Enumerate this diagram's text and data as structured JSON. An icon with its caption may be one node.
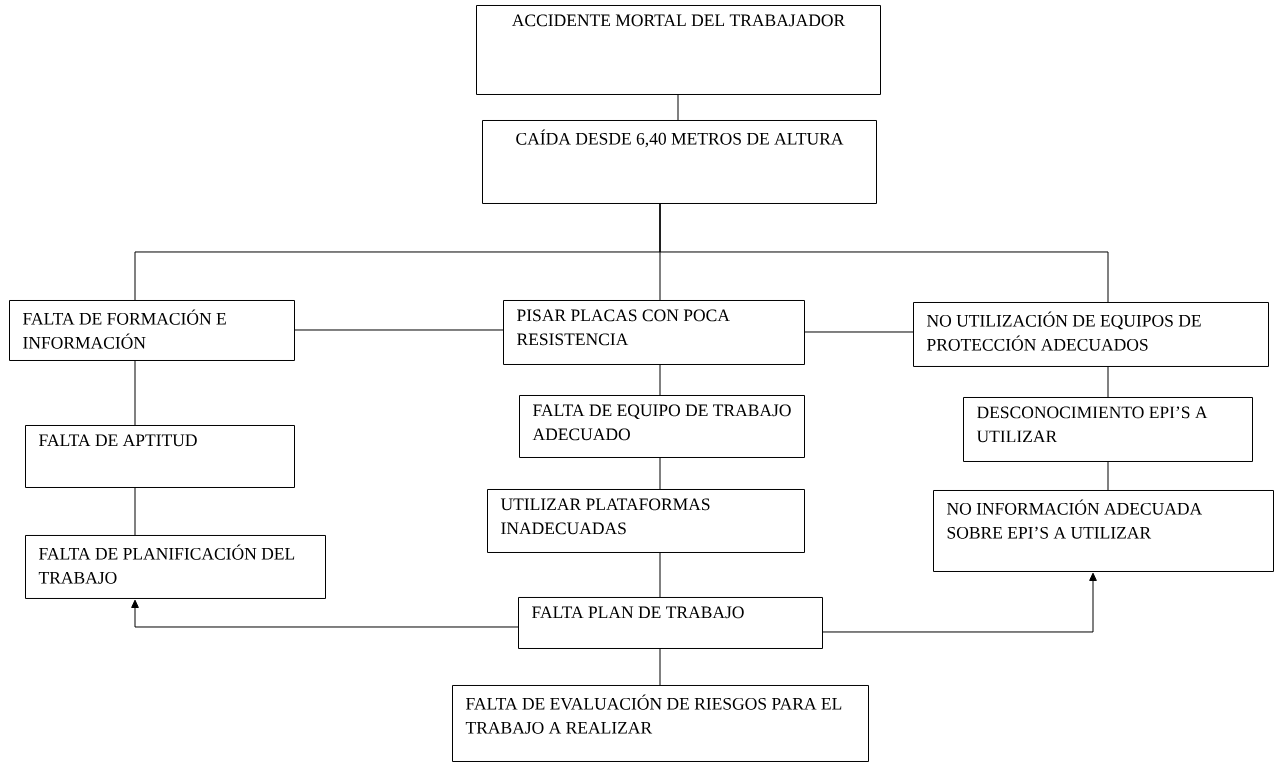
{
  "diagram": {
    "nodes": [
      {
        "text": [
          "ACCIDENTE MORTAL DEL TRABAJADOR"
        ]
      },
      {
        "text": [
          "CAÍDA DESDE 6,40 METROS DE ALTURA"
        ]
      },
      {
        "text": [
          "FALTA DE FORMACIÓN E INFORMACIÓN"
        ]
      },
      {
        "text": [
          "PISAR PLACAS CON POCA RESISTENCIA"
        ]
      },
      {
        "text": [
          "NO UTILIZACIÓN DE EQUIPOS DE PROTECCIÓN ADECUADOS"
        ]
      },
      {
        "text": [
          "FALTA DE APTITUD"
        ]
      },
      {
        "text": [
          "FALTA DE EQUIPO DE TRABAJO ADECUADO"
        ]
      },
      {
        "text": [
          "DESCONOCIMIENTO EPI’S A UTILIZAR"
        ]
      },
      {
        "text": [
          "FALTA DE PLANIFICACIÓN DEL TRABAJO"
        ]
      },
      {
        "text": [
          "UTILIZAR PLATAFORMAS INADECUADAS"
        ]
      },
      {
        "text": [
          "NO INFORMACIÓN ADECUADA SOBRE EPI’S A UTILIZAR"
        ]
      },
      {
        "text": [
          "FALTA PLAN DE TRABAJO"
        ]
      },
      {
        "text": [
          "FALTA DE EVALUACIÓN DE RIESGOS PARA EL TRABAJO A REALIZAR"
        ]
      }
    ],
    "edges": [
      {
        "from": 0,
        "to": 1,
        "arrow": "none"
      },
      {
        "from": 1,
        "to": 2,
        "arrow": "none"
      },
      {
        "from": 1,
        "to": 3,
        "arrow": "none"
      },
      {
        "from": 1,
        "to": 4,
        "arrow": "none"
      },
      {
        "from": 2,
        "to": 3,
        "arrow": "none"
      },
      {
        "from": 3,
        "to": 4,
        "arrow": "none"
      },
      {
        "from": 2,
        "to": 5,
        "arrow": "none"
      },
      {
        "from": 5,
        "to": 8,
        "arrow": "none"
      },
      {
        "from": 3,
        "to": 6,
        "arrow": "none"
      },
      {
        "from": 6,
        "to": 9,
        "arrow": "none"
      },
      {
        "from": 9,
        "to": 11,
        "arrow": "none"
      },
      {
        "from": 11,
        "to": 12,
        "arrow": "none"
      },
      {
        "from": 4,
        "to": 7,
        "arrow": "none"
      },
      {
        "from": 7,
        "to": 10,
        "arrow": "none"
      },
      {
        "from": 11,
        "to": 8,
        "arrow": "to"
      },
      {
        "from": 11,
        "to": 10,
        "arrow": "to"
      }
    ]
  }
}
